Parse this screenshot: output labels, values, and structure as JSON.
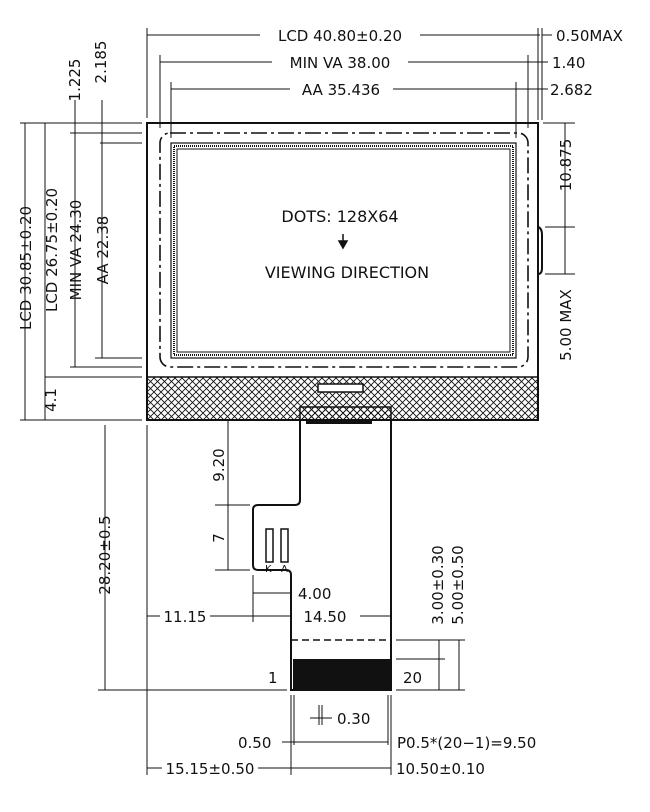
{
  "dims": {
    "lcd_width": "LCD  40.80±0.20",
    "max_050": "0.50MAX",
    "min_va_width": "MIN  VA  38.00",
    "d_140": "1.40",
    "aa_width": "AA  35.436",
    "d_2682": "2.682",
    "d_1225": "1.225",
    "d_2185": "2.185",
    "lcd_height_total": "LCD  30.85±0.20",
    "lcd_height": "LCD  26.75±0.20",
    "min_va_height": "MIN  VA  24.30",
    "aa_height": "AA  22.38",
    "d_41": "4.1",
    "d_10875": "10.875",
    "d_500max": "5.00  MAX",
    "d_920": "9.20",
    "d_7": "7",
    "fpc_length": "28.20±0.5",
    "d_400": "4.00",
    "d_1115": "11.15",
    "d_1450": "14.50",
    "pin_first": "1",
    "pin_last": "20",
    "d_300": "3.00±0.30",
    "d_500": "5.00±0.50",
    "d_030": "0.30",
    "d_050": "0.50",
    "pitch": "P0.5*(20−1)=9.50",
    "d_1515": "15.15±0.50",
    "d_1050": "10.50±0.10"
  },
  "panel": {
    "dots": "DOTS:    128X64",
    "viewing": "VIEWING  DIRECTION",
    "pad_k": "K",
    "pad_a": "A"
  }
}
